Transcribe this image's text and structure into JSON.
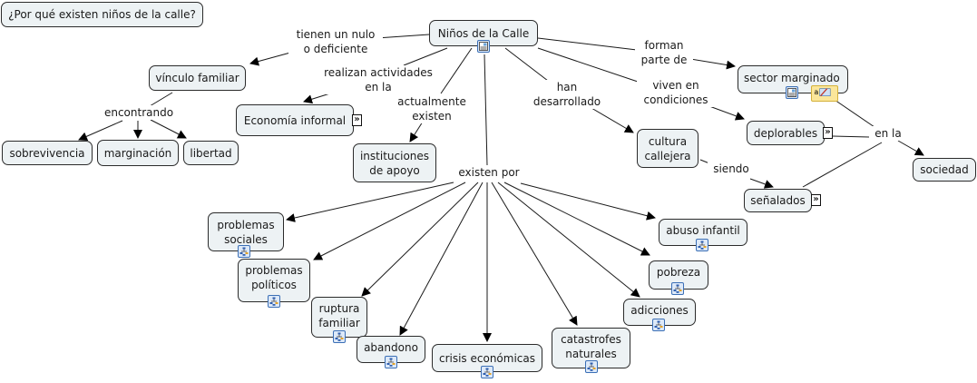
{
  "title": "¿Por qué existen niños de la calle?",
  "colors": {
    "concept_fill": "#edf2f4",
    "concept_border": "#2b2b2b",
    "resource_border": "#3b6fb6",
    "note_fill": "#fbe69a"
  },
  "concepts": {
    "ninos": "Niños de la Calle",
    "vinculo": "vínculo familiar",
    "sobrevivencia": "sobrevivencia",
    "marginacion": "marginación",
    "libertad": "libertad",
    "economia": "Economía informal",
    "instituciones": "instituciones\nde apoyo",
    "sector": "sector marginado",
    "deplorables": "deplorables",
    "cultura": "cultura\ncallejera",
    "senalados": "señalados",
    "sociedad": "sociedad",
    "prob_sociales": "problemas\nsociales",
    "prob_politicos": "problemas\npolíticos",
    "ruptura": "ruptura\nfamiliar",
    "abandono": "abandono",
    "crisis": "crisis económicas",
    "catastrofes": "catastrofes\nnaturales",
    "adicciones": "adicciones",
    "pobreza": "pobreza",
    "abuso": "abuso infantil"
  },
  "link_labels": {
    "tienen": "tienen un nulo\no deficiente",
    "encontrando": "encontrando",
    "realizan": "realizan actividades\nen la",
    "actualmente": "actualmente\nexisten",
    "existen_por": "existen por",
    "han": "han\ndesarrollado",
    "viven": "viven en\ncondiciones",
    "forman": "forman\nparte de",
    "siendo": "siendo",
    "en_la": "en la"
  },
  "icons": {
    "resource": "document-image-icon",
    "submap": "concept-map-icon",
    "nested": "expand-nested-icon",
    "annotation": "note-annotation-icon"
  }
}
